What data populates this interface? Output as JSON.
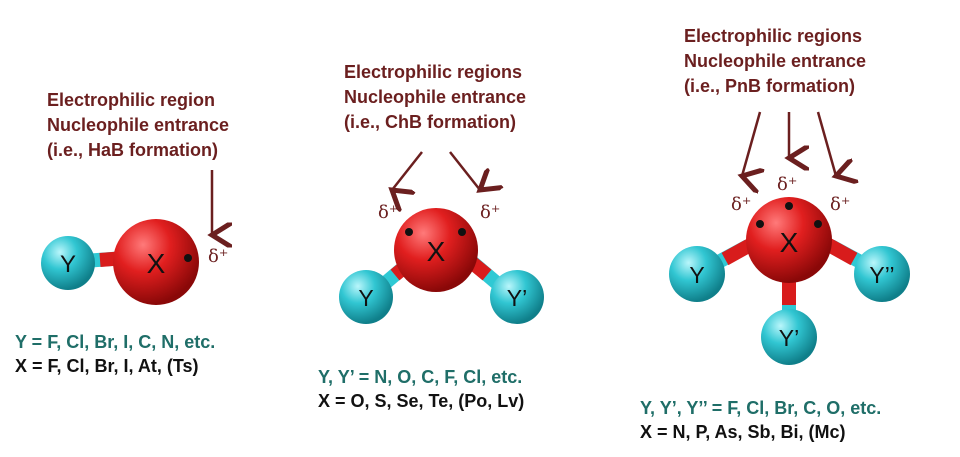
{
  "colors": {
    "label_text": "#6b1f1f",
    "y_legend": "#1f6e68",
    "x_legend": "#111111",
    "atom_x": "#d81c1c",
    "atom_y": "#2fc9d4",
    "arrow": "#6b1f1f"
  },
  "panels": [
    {
      "label_lines": [
        "Electrophilic region",
        "Nucleophile entrance",
        "(i.e., HaB formation)"
      ],
      "center_atom": "X",
      "ligands": [
        "Y"
      ],
      "delta_labels": [
        "δ⁺"
      ],
      "legend_y": "Y = F, Cl, Br, I, C, N, etc.",
      "legend_x": "X = F, Cl, Br, I, At, (Ts)"
    },
    {
      "label_lines": [
        "Electrophilic regions",
        "Nucleophile entrance",
        "(i.e., ChB formation)"
      ],
      "center_atom": "X",
      "ligands": [
        "Y",
        "Y’"
      ],
      "delta_labels": [
        "δ⁺",
        "δ⁺"
      ],
      "legend_y": "Y, Y’ = N, O, C, F, Cl, etc.",
      "legend_x": "X = O, S, Se, Te, (Po, Lv)"
    },
    {
      "label_lines": [
        "Electrophilic regions",
        "Nucleophile entrance",
        "(i.e., PnB formation)"
      ],
      "center_atom": "X",
      "ligands": [
        "Y",
        "Y’",
        "Y’’"
      ],
      "delta_labels": [
        "δ⁺",
        "δ⁺",
        "δ⁺"
      ],
      "legend_y": "Y, Y’, Y’’ = F, Cl, Br, C, O, etc.",
      "legend_x": "X = N, P, As, Sb, Bi, (Mc)"
    }
  ]
}
